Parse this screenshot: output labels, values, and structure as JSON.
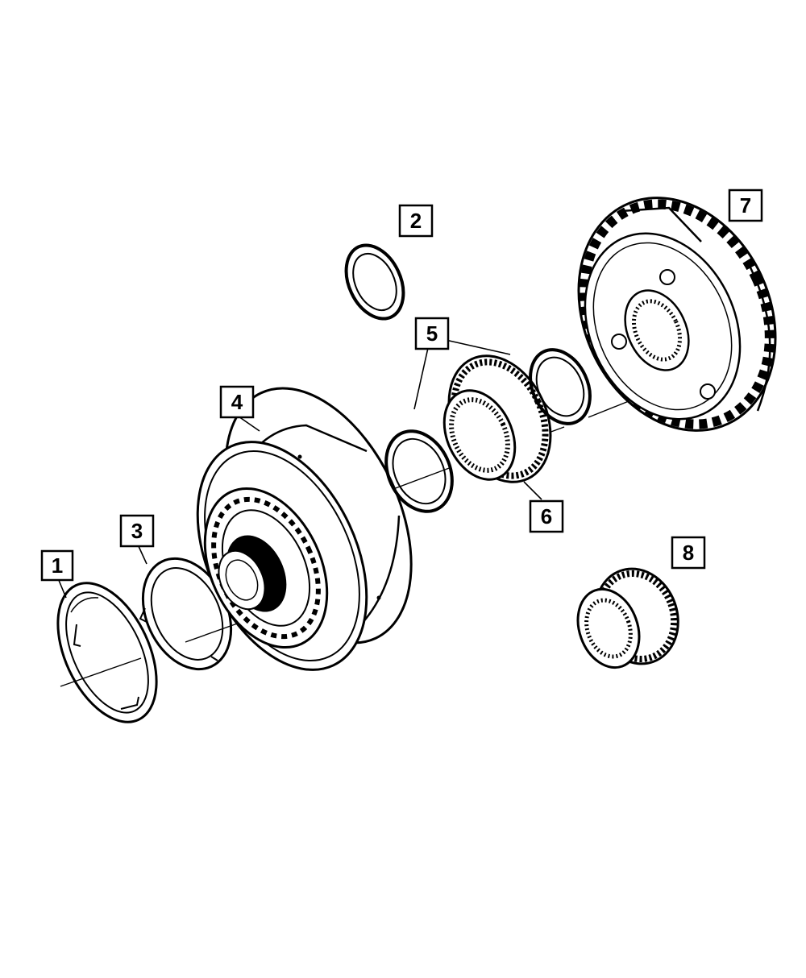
{
  "colors": {
    "ink": "#000000",
    "paper": "#ffffff"
  },
  "callouts": [
    {
      "id": "c1",
      "label": "1"
    },
    {
      "id": "c2",
      "label": "2"
    },
    {
      "id": "c3",
      "label": "3"
    },
    {
      "id": "c4",
      "label": "4"
    },
    {
      "id": "c5",
      "label": "5"
    },
    {
      "id": "c6",
      "label": "6"
    },
    {
      "id": "c7",
      "label": "7"
    },
    {
      "id": "c8",
      "label": "8"
    }
  ],
  "parts": [
    {
      "name": "snap-ring",
      "icon": "snap-ring-icon"
    },
    {
      "name": "thrust-washer",
      "icon": "washer-icon"
    },
    {
      "name": "thrust-bearing",
      "icon": "bearing-icon"
    },
    {
      "name": "clutch-drum",
      "icon": "drum-icon"
    },
    {
      "name": "thrust-bearing-pair",
      "icon": "bearing-icon"
    },
    {
      "name": "sun-gear",
      "icon": "gear-icon"
    },
    {
      "name": "planetary-carrier",
      "icon": "carrier-icon"
    },
    {
      "name": "pinion-gear",
      "icon": "gear-icon"
    }
  ]
}
